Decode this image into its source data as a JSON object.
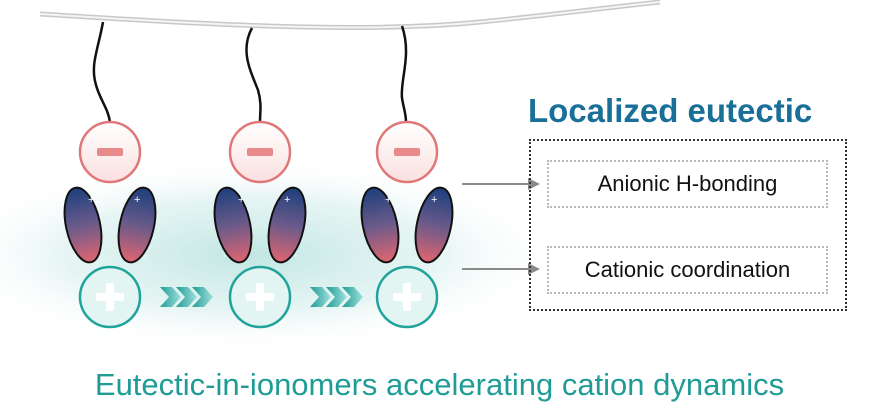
{
  "title": "Localized eutectic",
  "labels": {
    "anionic": "Anionic H-bonding",
    "cationic": "Cationic coordination"
  },
  "caption": "Eutectic-in-ionomers accelerating cation dynamics",
  "colors": {
    "title": "#1a6f99",
    "caption": "#1f9c95",
    "anion_circle": "#e07878",
    "cation_circle": "#1fa39b",
    "dipole_top": "#1c3f7c",
    "dipole_bottom": "#e06570",
    "glow": "#8fd2cc"
  },
  "icons": [
    "minus-icon",
    "plus-icon",
    "chevron-arrows-icon",
    "arrow-right-icon"
  ]
}
